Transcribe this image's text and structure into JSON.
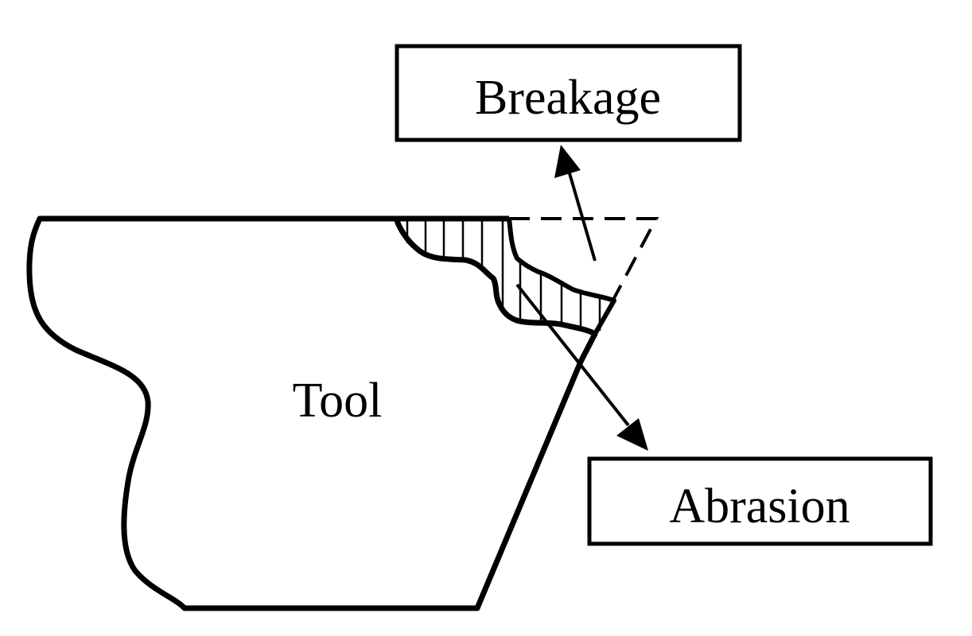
{
  "diagram": {
    "tool_label": "Tool",
    "breakage_label": "Breakage",
    "abrasion_label": "Abrasion"
  },
  "colors": {
    "stroke": "#000000",
    "background": "#ffffff"
  }
}
